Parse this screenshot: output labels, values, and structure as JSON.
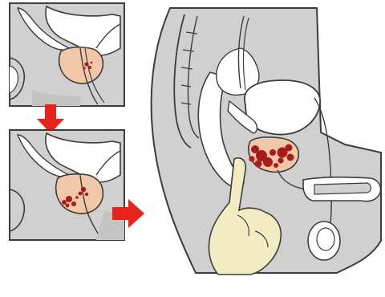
{
  "diagram": {
    "panels": [
      {
        "id": "stage-1",
        "depicts": "early-tumor"
      },
      {
        "id": "stage-2",
        "depicts": "growing-tumor"
      },
      {
        "id": "main",
        "depicts": "digital-rectal-exam"
      }
    ],
    "colors": {
      "body_fill": "#d0d0d0",
      "bladder_fill": "#ffffff",
      "outline": "#3c3c3c",
      "prostate_fill": "#f0c8a8",
      "tumor": "#a81c1c",
      "arrow": "#e8231c",
      "hand_fill": "#f3ecc3",
      "background": "#ffffff"
    },
    "arrows": [
      {
        "id": "arrow-down",
        "direction": "down"
      },
      {
        "id": "arrow-right",
        "direction": "right"
      }
    ]
  }
}
